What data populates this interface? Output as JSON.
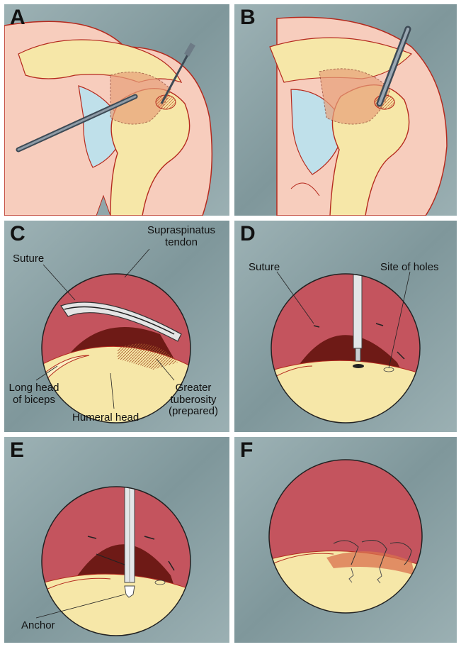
{
  "panels": {
    "a": {
      "letter": "A"
    },
    "b": {
      "letter": "B"
    },
    "c": {
      "letter": "C",
      "label_supraspinatus_1": "Supraspinatus",
      "label_supraspinatus_2": "tendon",
      "label_suture": "Suture",
      "label_long_head_1": "Long head",
      "label_long_head_2": "of biceps",
      "label_humeral_head": "Humeral head",
      "label_greater_1": "Greater",
      "label_greater_2": "tuberosity",
      "label_greater_3": "(prepared)"
    },
    "d": {
      "letter": "D",
      "label_suture": "Suture",
      "label_site": "Site of holes"
    },
    "e": {
      "letter": "E",
      "label_anchor": "Anchor"
    },
    "f": {
      "letter": "F"
    }
  },
  "colors": {
    "background": "#8fa6aa",
    "tendon": "#c4545e",
    "bone": "#f6e7a8",
    "skin": "#f7cdbd",
    "dark_cavity": "#6e1a16",
    "outline": "#b52a1e"
  }
}
